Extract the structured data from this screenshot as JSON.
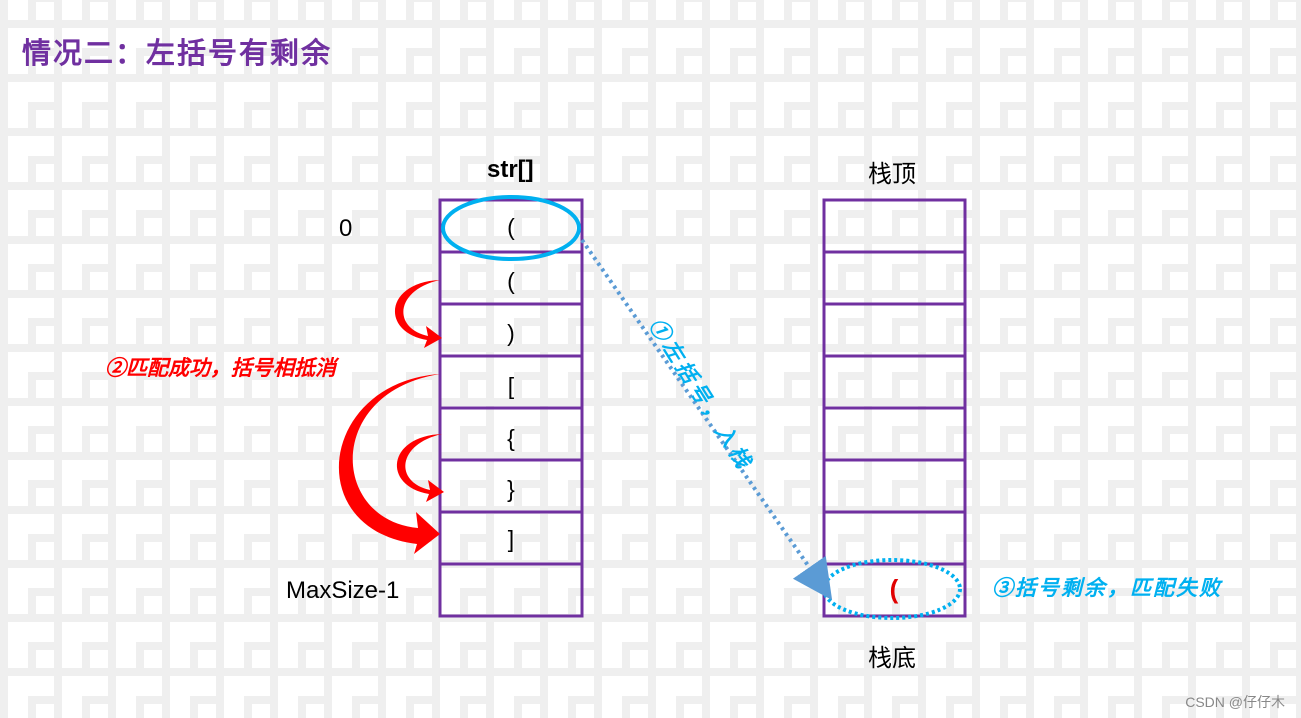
{
  "title": "情况二：左括号有剩余",
  "array": {
    "label": "str[]",
    "index_first": "0",
    "index_last": "MaxSize-1",
    "cells": [
      "(",
      "(",
      ")",
      "[",
      "{",
      "}",
      "]",
      ""
    ]
  },
  "stack": {
    "top_label": "栈顶",
    "bottom_label": "栈底",
    "bottom_item": "("
  },
  "annotations": {
    "step1": "①左括号，入栈",
    "step2": "②匹配成功，括号相抵消",
    "step3": "③括号剩余，匹配失败"
  },
  "colors": {
    "title": "#7030a0",
    "cell_border": "#7030a0",
    "highlight_blue": "#00b0f0",
    "arrow_blue": "#5b9bd5",
    "match_red": "#ff0000"
  },
  "watermark": "CSDN @仔仔木"
}
